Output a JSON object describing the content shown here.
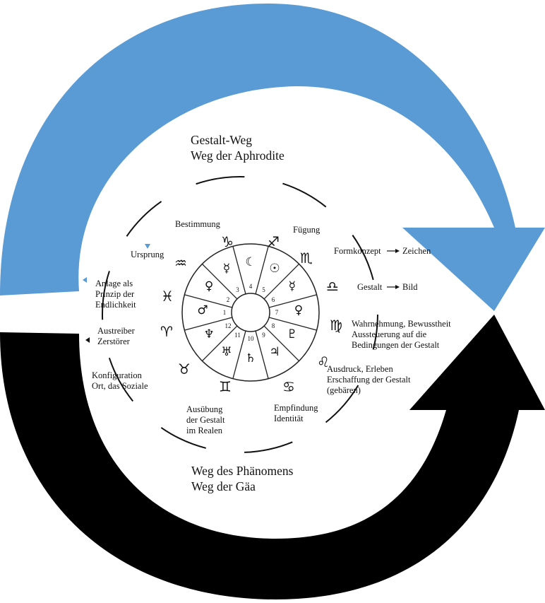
{
  "colors": {
    "upper_arrow": "#5b9bd5",
    "lower_arrow": "#000000",
    "marker_blue": "#5b9bd5"
  },
  "upper_path": {
    "line1": "Gestalt-Weg",
    "line2": "Weg der Aphrodite"
  },
  "lower_path": {
    "line1": "Weg des Phänomens",
    "line2": "Weg der Gäa"
  },
  "labels": {
    "bestimmung": "Bestimmung",
    "fuegung": "Fügung",
    "ursprung": "Ursprung",
    "formkonzept": "Formkonzept",
    "zeichen": "Zeichen",
    "gestalt": "Gestalt",
    "bild": "Bild",
    "anlage_1": "Anlage als",
    "anlage_2": "Prinzip der",
    "anlage_3": "Endlichkeit",
    "wahrnehmung_1": "Wahrnehmung, Bewusstheit",
    "wahrnehmung_2": "Aussteuerung auf die",
    "wahrnehmung_3": "Bedingungen der Gestalt",
    "austreiber_1": "Austreiber",
    "austreiber_2": "Zerstörer",
    "ausdruck_1": "Ausdruck, Erleben",
    "ausdruck_2": "Erschaffung der Gestalt",
    "ausdruck_3": "(gebären)",
    "konfiguration_1": "Konfiguration",
    "konfiguration_2": "Ort, das Soziale",
    "ausuebung_1": "Ausübung",
    "ausuebung_2": "der Gestalt",
    "ausuebung_3": "im Realen",
    "empfindung_1": "Empfindung",
    "empfindung_2": "Identität"
  },
  "arrow_glyph": "→",
  "zodiac": {
    "capricorn": "♑",
    "sagittarius": "♐",
    "scorpio": "♏",
    "libra": "♎",
    "virgo": "♍",
    "leo": "♌",
    "cancer": "♋",
    "gemini": "♊",
    "taurus": "♉",
    "aries": "♈",
    "pisces": "♓",
    "aquarius": "♒"
  },
  "houses": [
    "1",
    "2",
    "3",
    "4",
    "5",
    "6",
    "7",
    "8",
    "9",
    "10",
    "11",
    "12"
  ],
  "planets": {
    "h10": "♄",
    "h9": "♃",
    "h8": "♇",
    "h7": "♀",
    "h6": "☿",
    "h5": "☉",
    "h4": "☾",
    "h3": "☿",
    "h2": "♀",
    "h1": "♂",
    "h12": "♆",
    "h11": "♅"
  }
}
